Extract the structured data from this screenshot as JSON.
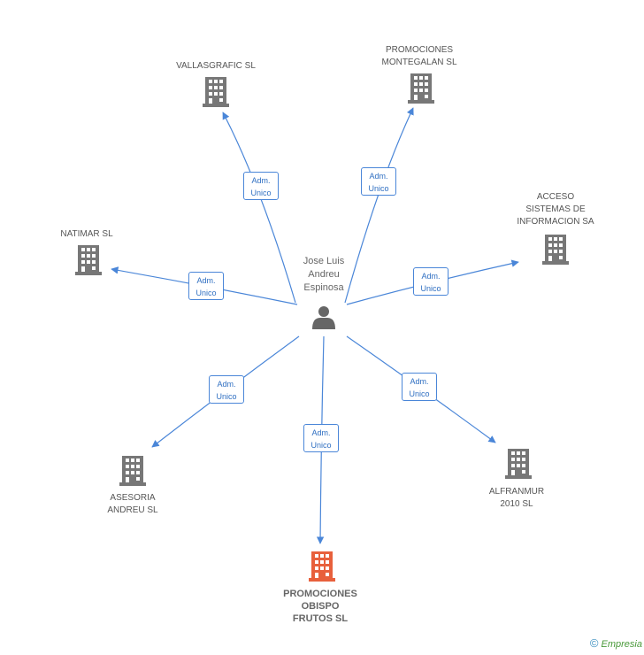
{
  "person": {
    "name": "Jose Luis\nAndreu\nEspinosa",
    "icon": "person-icon"
  },
  "companies": [
    {
      "id": "vallasgrafic",
      "name": "VALLASGRAFIC SL",
      "icon": "building-icon",
      "color": "#777777",
      "role": "Adm.\nUnico"
    },
    {
      "id": "montegalan",
      "name": "PROMOCIONES\nMONTEGALAN SL",
      "icon": "building-icon",
      "color": "#777777",
      "role": "Adm.\nUnico"
    },
    {
      "id": "acceso",
      "name": "ACCESO\nSISTEMAS DE\nINFORMACION SA",
      "icon": "building-icon",
      "color": "#777777",
      "role": "Adm.\nUnico"
    },
    {
      "id": "natimar",
      "name": "NATIMAR SL",
      "icon": "building-icon",
      "color": "#777777",
      "role": "Adm.\nUnico"
    },
    {
      "id": "alfranmur",
      "name": "ALFRANMUR\n2010 SL",
      "icon": "building-icon",
      "color": "#777777",
      "role": "Adm.\nUnico"
    },
    {
      "id": "asesoria",
      "name": "ASESORIA\nANDREU SL",
      "icon": "building-icon",
      "color": "#777777",
      "role": "Adm.\nUnico"
    },
    {
      "id": "obispo",
      "name": "PROMOCIONES\nOBISPO\nFRUTOS SL",
      "icon": "building-icon",
      "color": "#e8603c",
      "role": "Adm.\nUnico",
      "highlighted": true
    }
  ],
  "colors": {
    "edge": "#4a86d8",
    "building": "#777777",
    "highlight": "#e8603c",
    "person": "#666666"
  },
  "footer": {
    "copyright": "©",
    "brand": "Empresia"
  }
}
